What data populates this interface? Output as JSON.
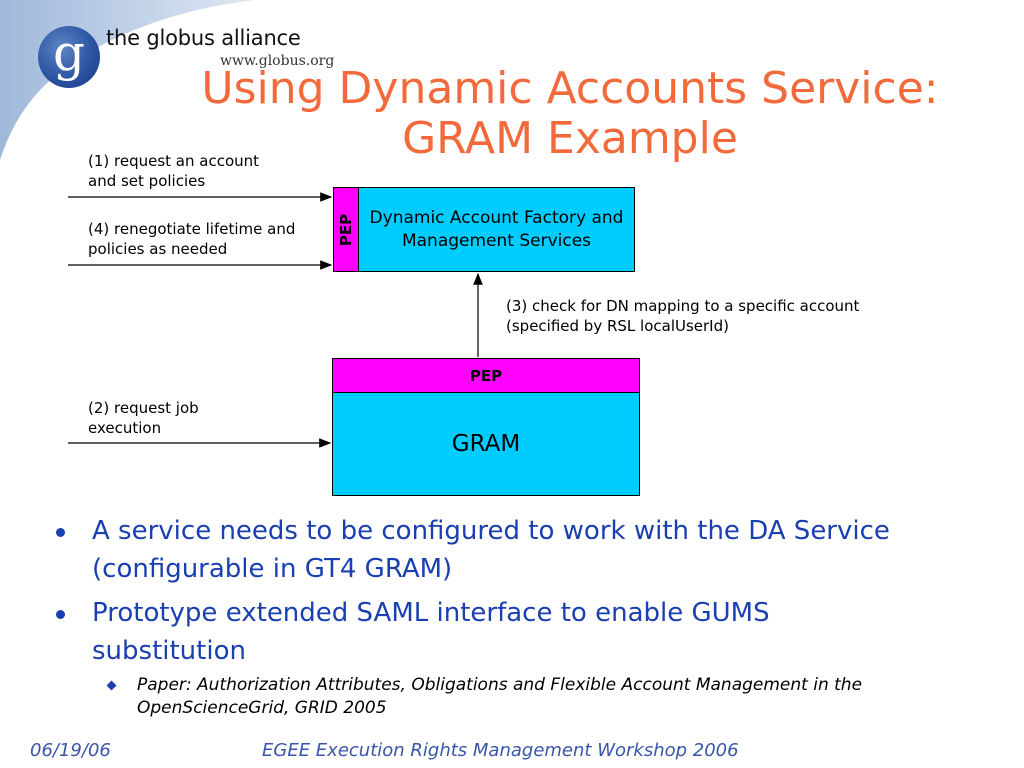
{
  "logo": {
    "letter": "g",
    "name": "the globus alliance",
    "url": "www.globus.org"
  },
  "title": {
    "line1": "Using Dynamic Accounts Service:",
    "line2": "GRAM Example"
  },
  "diagram": {
    "label_1": [
      "(1) request an account",
      "and set policies"
    ],
    "label_4": [
      "(4) renegotiate lifetime and",
      "policies as needed"
    ],
    "label_2": [
      "(2) request job",
      "execution"
    ],
    "label_3": [
      "(3) check for DN mapping to a specific account",
      "(specified by RSL localUserId)"
    ],
    "pep_vertical": "PEP",
    "da_service": "Dynamic Account Factory and Management Services",
    "pep_horizontal": "PEP",
    "gram": "GRAM"
  },
  "bullets": [
    "A service needs to be configured to work with the DA Service (configurable in GT4 GRAM)",
    "Prototype extended SAML interface to enable GUMS substitution"
  ],
  "sub_bullets": [
    "Paper: Authorization Attributes, Obligations and Flexible Account Management in the OpenScienceGrid, GRID 2005"
  ],
  "footer": {
    "date": "06/19/06",
    "event": "EGEE Execution Rights Management Workshop 2006"
  },
  "colors": {
    "title": "#f26a3b",
    "pep": "#ff00ff",
    "service_box": "#00ccff",
    "bullet_text": "#1a3fb0"
  }
}
